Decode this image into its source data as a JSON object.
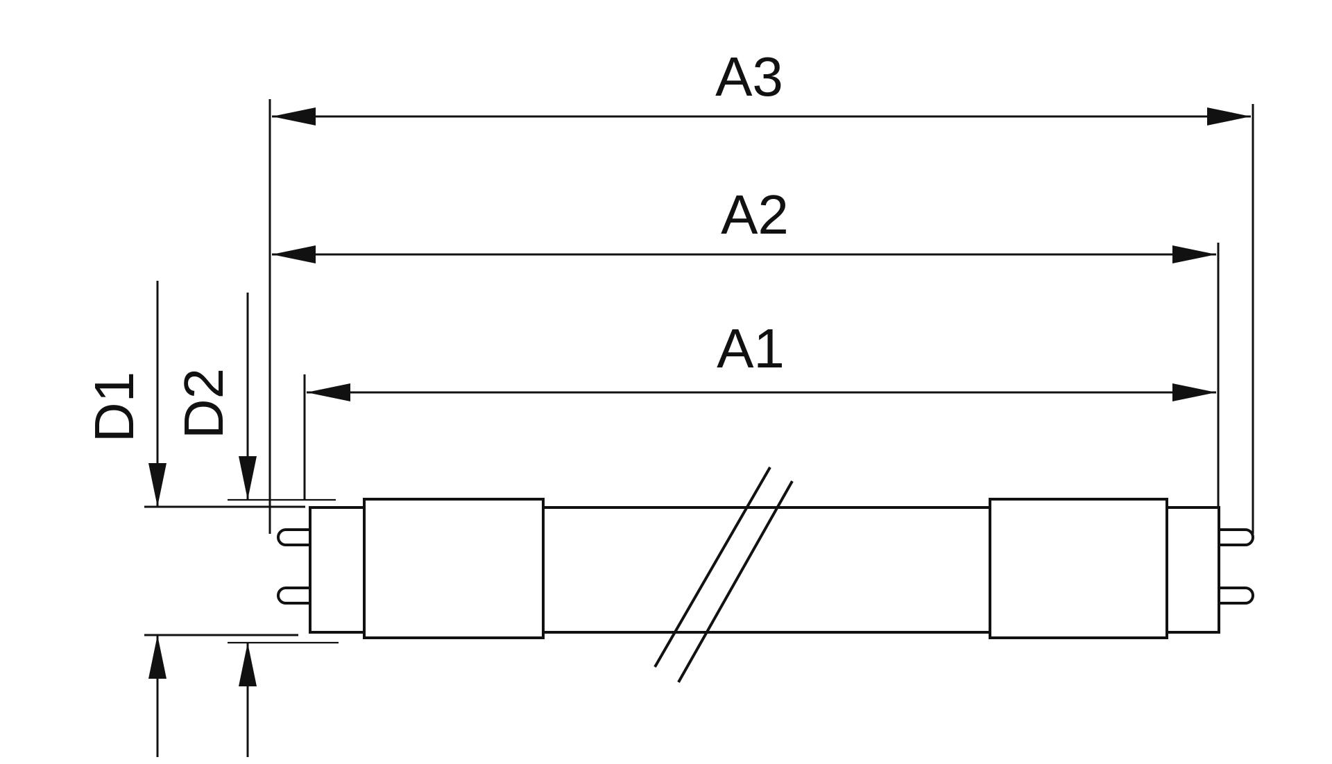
{
  "labels": {
    "a3": "A3",
    "a2": "A2",
    "a1": "A1",
    "d1": "D1",
    "d2": "D2"
  },
  "colors": {
    "line": "#111111",
    "background": "#ffffff"
  }
}
